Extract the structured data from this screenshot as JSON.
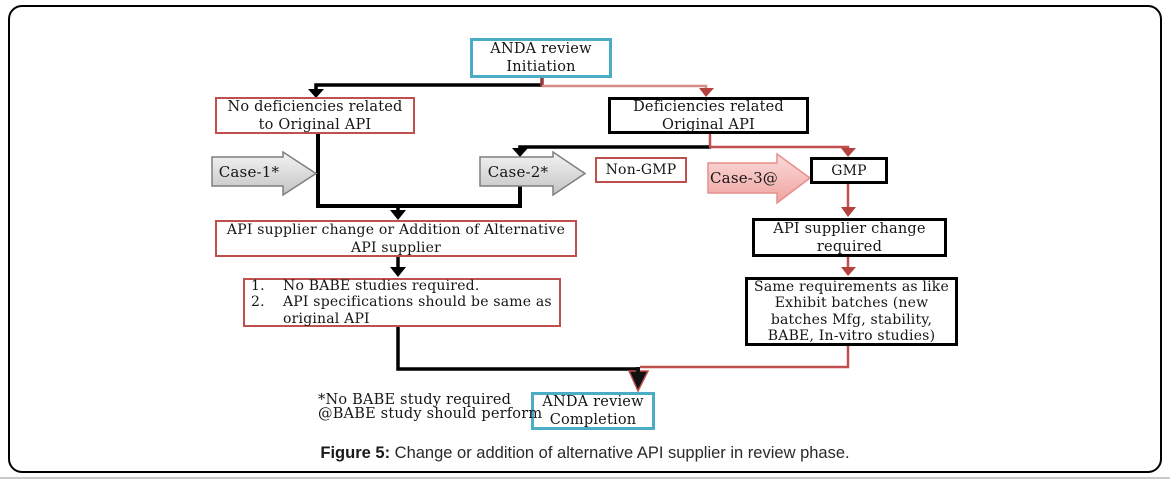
{
  "figure": {
    "caption_label": "Figure 5:",
    "caption_text": " Change or addition of alternative API supplier in review phase."
  },
  "flowchart": {
    "nodes": {
      "initiation": {
        "line1": "ANDA review",
        "line2": "Initiation"
      },
      "no_deficiencies": {
        "line1": "No deficiencies related",
        "line2": "to Original API"
      },
      "deficiencies": {
        "line1": "Deficiencies related",
        "line2": "Original API"
      },
      "non_gmp": {
        "label": "Non-GMP"
      },
      "gmp": {
        "label": "GMP"
      },
      "api_change_alt": {
        "line1": "API supplier change or Addition of Alternative",
        "line2": "API supplier"
      },
      "babe_list": {
        "items": [
          {
            "num": "1.",
            "text": "No BABE studies required."
          },
          {
            "num": "2.",
            "text": "API specifications should be same as original API"
          }
        ]
      },
      "api_change_required": {
        "line1": "API supplier change",
        "line2": "required"
      },
      "same_requirements": {
        "text": "Same requirements as like Exhibit batches (new batches Mfg, stability, BABE, In-vitro studies)"
      },
      "completion": {
        "line1": "ANDA review",
        "line2": "Completion"
      }
    },
    "case_arrows": [
      {
        "label": "Case-1*"
      },
      {
        "label": "Case-2*"
      },
      {
        "label": "Case-3@"
      }
    ],
    "notes": {
      "line1": "*No BABE study required",
      "line2": "@BABE study should perform"
    },
    "colors": {
      "cyan_border": "#4bacc6",
      "red_border": "#c0504d",
      "black": "#000000",
      "red_line": "#c0504d",
      "salmon_line": "#d58d8b",
      "gray_arrow_fill": "#d9d9d9",
      "pink_arrow_fill": "#f5b3b1"
    }
  }
}
